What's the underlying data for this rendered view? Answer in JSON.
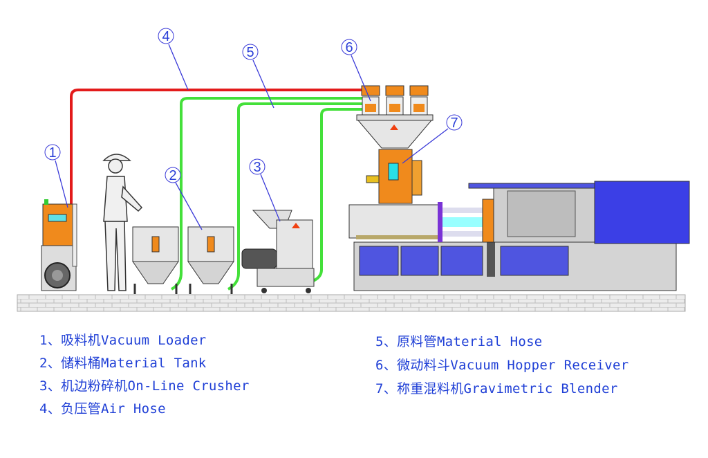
{
  "callouts": [
    "1",
    "2",
    "3",
    "4",
    "5",
    "6",
    "7"
  ],
  "legend": {
    "left": [
      "1、吸料机Vacuum Loader",
      "2、储料桶Material Tank",
      "3、机边粉碎机On-Line Crusher",
      "4、负压管Air Hose"
    ],
    "right": [
      "5、原料管Material Hose",
      "6、微动料斗Vacuum Hopper Receiver",
      "7、称重混料机Gravimetric Blender"
    ]
  },
  "colors": {
    "air_hose": "#e31b1b",
    "material_hose": "#44e03a",
    "equipment": "#f08a1c",
    "machine_blue": "#3b3fe6",
    "legend_text": "#1f3fd6"
  }
}
